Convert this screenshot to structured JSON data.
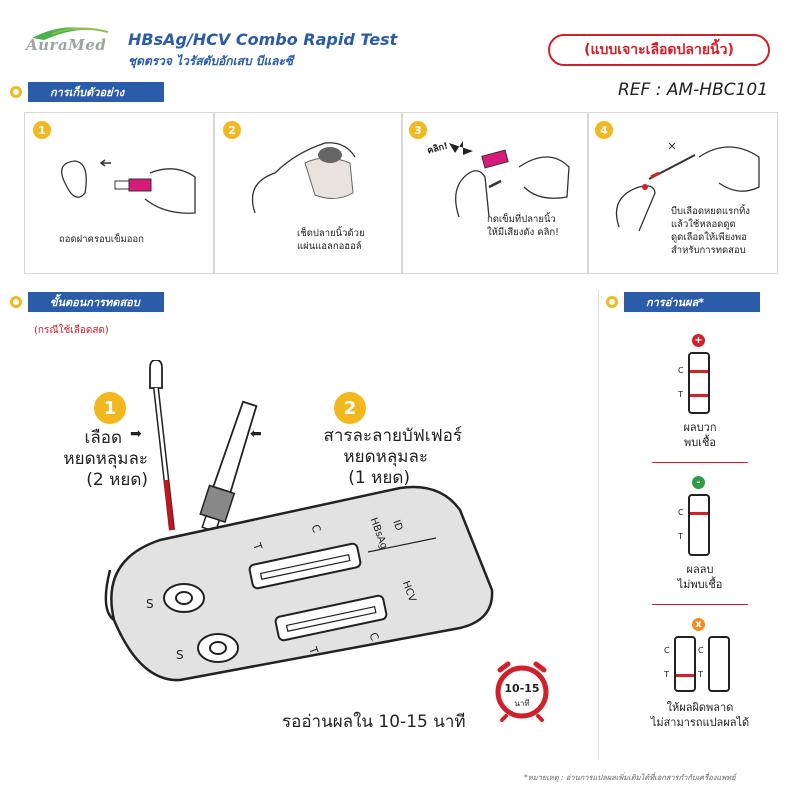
{
  "header": {
    "logo_text": "AuraMed",
    "title_en": "HBsAg/HCV Combo Rapid Test",
    "title_th": "ชุดตรวจ ไวรัสตับอักเสบ บีและซี",
    "badge": "(แบบเจาะเลือดปลายนิ้ว)",
    "ref": "REF : AM-HBC101"
  },
  "colors": {
    "brand_blue": "#2a5caa",
    "accent_yellow": "#f3b81f",
    "alert_red": "#d0202a",
    "ok_green": "#2e9e44",
    "warn_orange": "#f08c20"
  },
  "collection": {
    "title": "การเก็บตัวอย่าง",
    "steps": [
      {
        "num": "1",
        "text": "ถอดฝาครอบเข็มออก"
      },
      {
        "num": "2",
        "text": "เช็ดปลายนิ้วด้วย\nแผ่นแอลกอฮอล์"
      },
      {
        "num": "3",
        "text": "กดเข็มที่ปลายนิ้ว\nให้มีเสียงดัง คลิก!",
        "callout": "คลิก!"
      },
      {
        "num": "4",
        "text": "บีบเลือดหยดแรกทิ้ง\nแล้วใช้หลอดดูด\nดูดเลือดให้เพียงพอ\nสำหรับการทดสอบ"
      }
    ]
  },
  "procedure": {
    "title": "ขั้นตอนการทดสอบ",
    "note": "(กรณีใช้เลือดสด)",
    "step1": {
      "num": "1",
      "line1": "เลือด",
      "line2": "หยดหลุมละ",
      "line3": "(2 หยด)"
    },
    "step2": {
      "num": "2",
      "line1": "สารละลายบัฟเฟอร์",
      "line2": "หยดหลุมละ",
      "line3": "(1 หยด)"
    },
    "cassette": {
      "id_label": "ID",
      "row1_label": "HBsAg",
      "row2_label": "HCV",
      "c": "C",
      "t": "T",
      "s": "S"
    },
    "timer": {
      "value": "10-15",
      "unit": "นาที"
    },
    "wait_text": "รออ่านผลใน 10-15 นาที"
  },
  "reading": {
    "title": "การอ่านผล*",
    "positive": {
      "icon": "+",
      "label1": "ผลบวก",
      "label2": "พบเชื้อ"
    },
    "negative": {
      "icon": "-",
      "label1": "ผลลบ",
      "label2": "ไม่พบเชื้อ"
    },
    "invalid": {
      "icon": "x",
      "label1": "ให้ผลผิดพลาด",
      "label2": "ไม่สามารถแปลผลได้"
    },
    "c": "C",
    "t": "T"
  },
  "footnote": "*หมายเหตุ : อ่านการแปลผลเพิ่มเติมได้ที่เอกสารกำกับเครื่องแพทย์"
}
